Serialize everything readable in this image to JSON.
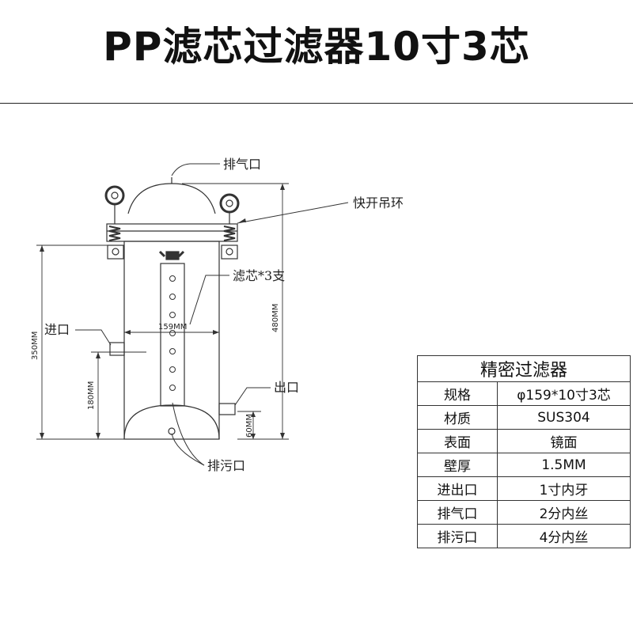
{
  "title": "PP滤芯过滤器10寸3芯",
  "callouts": {
    "vent": "排气口",
    "quick_ring": "快开吊环",
    "cartridge": "滤芯*3支",
    "inlet": "进口",
    "outlet": "出口",
    "drain": "排污口"
  },
  "dimensions": {
    "diameter": "159MM",
    "total_height": "480MM",
    "body_height": "350MM",
    "inlet_height": "180MM",
    "outlet_height": "60MM"
  },
  "spec_table": {
    "header": "精密过滤器",
    "rows": [
      {
        "key": "规格",
        "value": "φ159*10寸3芯"
      },
      {
        "key": "材质",
        "value": "SUS304"
      },
      {
        "key": "表面",
        "value": "镜面"
      },
      {
        "key": "壁厚",
        "value": "1.5MM"
      },
      {
        "key": "进出口",
        "value": "1寸内牙"
      },
      {
        "key": "排气口",
        "value": "2分内丝"
      },
      {
        "key": "排污口",
        "value": "4分内丝"
      }
    ]
  }
}
